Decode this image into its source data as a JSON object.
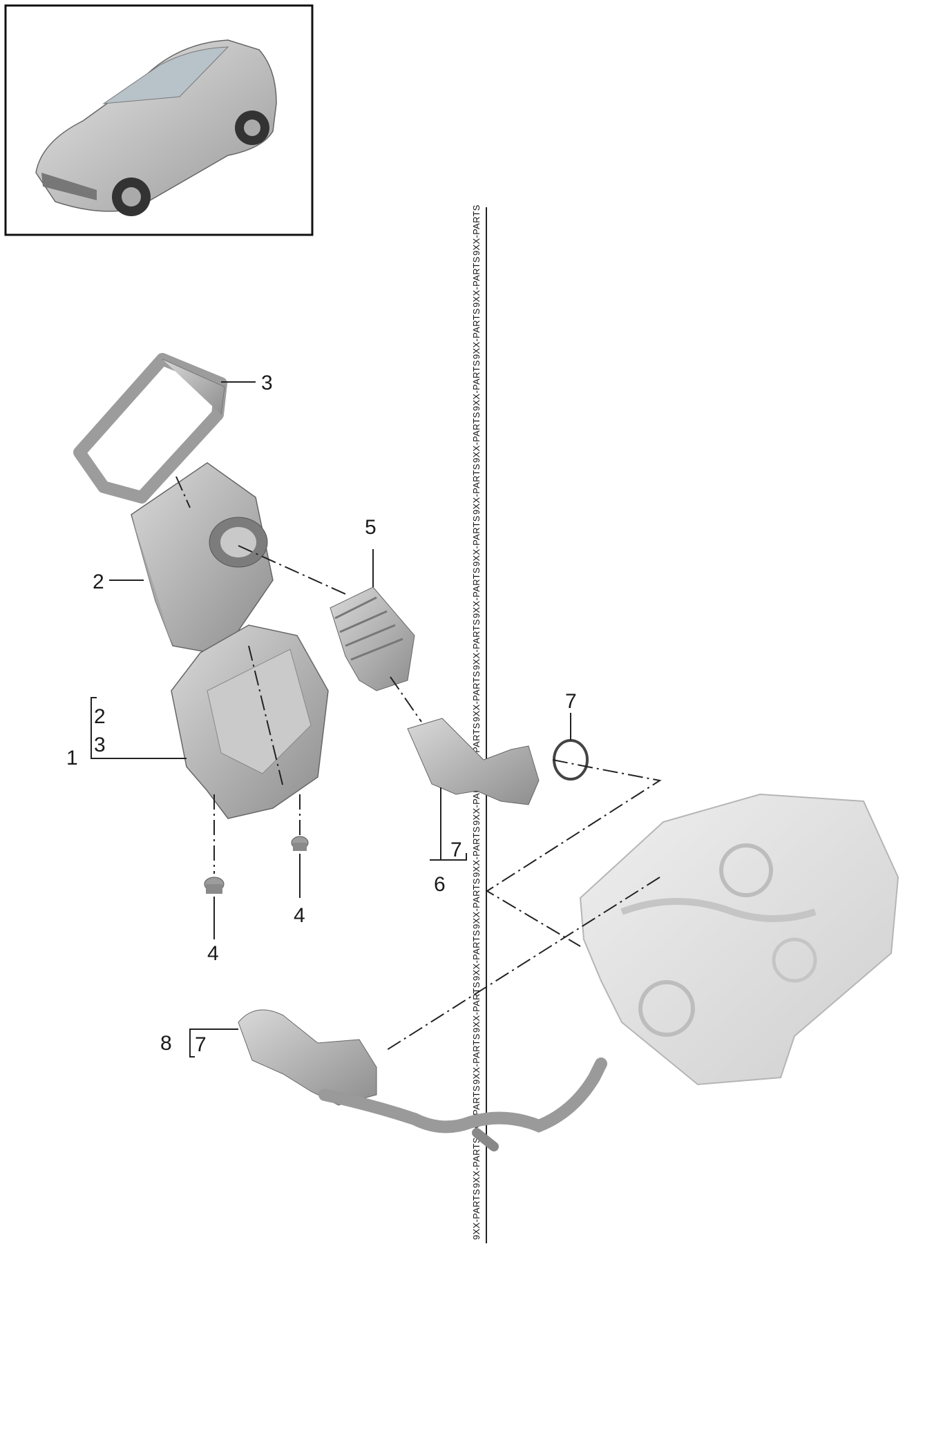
{
  "watermark": {
    "text": "9XX-PARTS",
    "repeat": 20
  },
  "labels": {
    "l1": "1",
    "l2": "2",
    "l3": "3",
    "l4a": "4",
    "l4b": "4",
    "l5": "5",
    "l6": "6",
    "l7": "7",
    "l8": "8",
    "g1_2": "2",
    "g1_3": "3",
    "g6_7": "7",
    "g8_7": "7"
  },
  "colors": {
    "part": "#b9b9b9",
    "part_dark": "#8a8a8a",
    "engine": "#d8d8d8",
    "line": "#222222"
  }
}
